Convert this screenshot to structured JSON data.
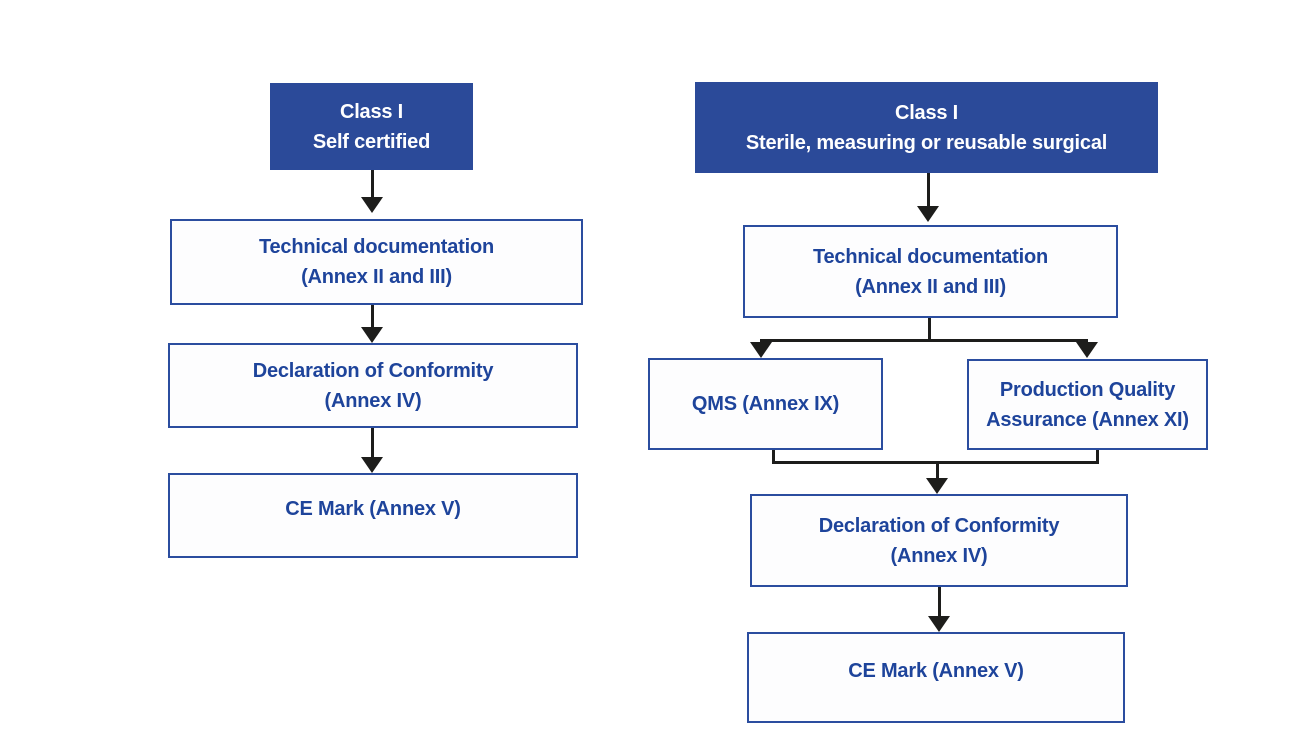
{
  "palette": {
    "header_fill_blue": "#2b4a99",
    "box_border_blue": "#2b4d9f",
    "box_text_blue": "#1e449b",
    "connector_black": "#1d1d1b",
    "background": "#ffffff"
  },
  "left_chart": {
    "header": {
      "line1": "Class I",
      "line2": "Self certified"
    },
    "nodes": {
      "tech_doc": {
        "line1": "Technical documentation",
        "line2": "(Annex II and III)"
      },
      "declaration": {
        "line1": "Declaration of Conformity",
        "line2": "(Annex IV)"
      },
      "ce_mark": {
        "line1": "CE Mark (Annex V)"
      }
    }
  },
  "right_chart": {
    "header": {
      "line1": "Class I",
      "line2": "Sterile, measuring or reusable surgical"
    },
    "nodes": {
      "tech_doc": {
        "line1": "Technical documentation",
        "line2": "(Annex II and III)"
      },
      "qms": {
        "line1": "QMS (Annex IX)"
      },
      "production_quality": {
        "line1": "Production Quality",
        "line2": "Assurance (Annex XI)"
      },
      "declaration": {
        "line1": "Declaration of Conformity",
        "line2": "(Annex IV)"
      },
      "ce_mark": {
        "line1": "CE Mark (Annex V)"
      }
    }
  }
}
